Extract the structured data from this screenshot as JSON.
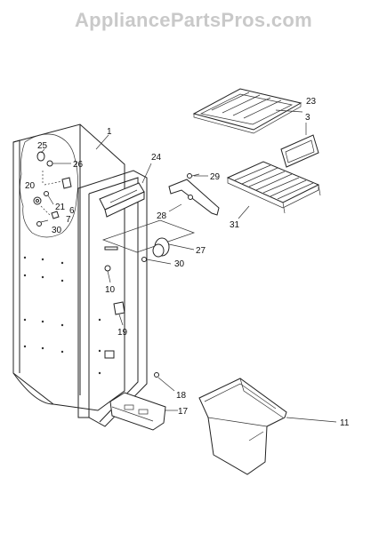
{
  "watermark": "AppliancePartsPros.com",
  "callouts": {
    "c1": "1",
    "c3": "3",
    "c6": "6",
    "c7": "7",
    "c10": "10",
    "c11": "11",
    "c17": "17",
    "c18": "18",
    "c19": "19",
    "c20": "20",
    "c21": "21",
    "c23": "23",
    "c24": "24",
    "c25": "25",
    "c26": "26",
    "c27": "27",
    "c28": "28",
    "c29": "29",
    "c30a": "30",
    "c30b": "30",
    "c31": "31"
  }
}
